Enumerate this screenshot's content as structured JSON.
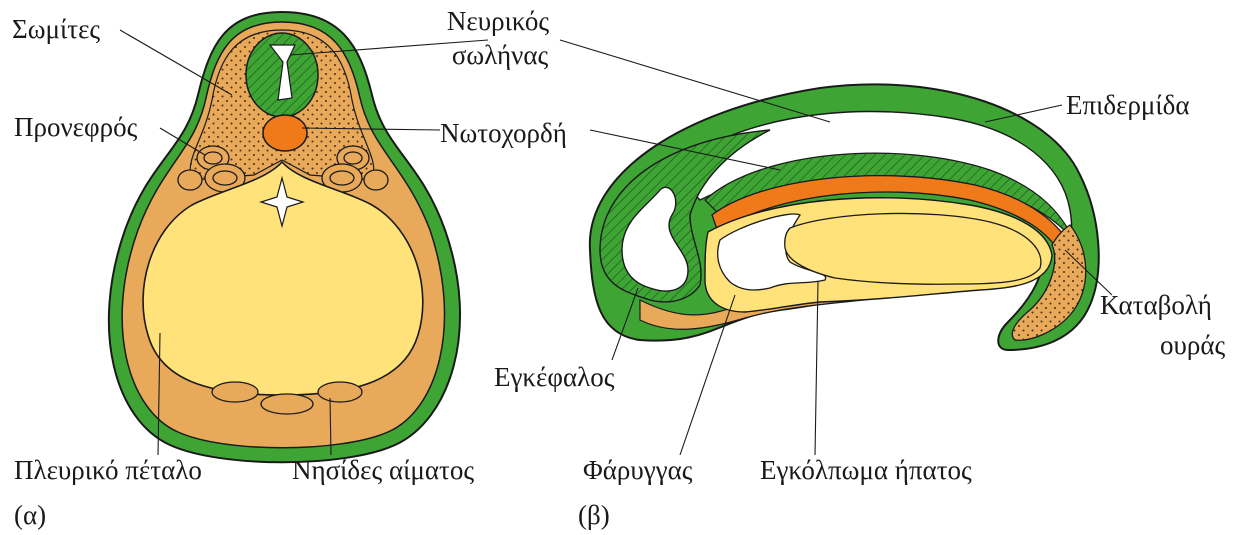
{
  "figure_a": {
    "caption": "(α)",
    "labels": {
      "somites": "Σωμίτες",
      "neural_tube_line1": "Νευρικός",
      "neural_tube_line2": "σωλήνας",
      "pronephros": "Προνεφρός",
      "notochord": "Νωτοχορδή",
      "lateral_plate": "Πλευρικό πέταλο",
      "blood_islands": "Νησίδες αίματος"
    }
  },
  "figure_b": {
    "caption": "(β)",
    "labels": {
      "epidermis": "Επιδερμίδα",
      "brain": "Εγκέφαλος",
      "pharynx": "Φάρυγγας",
      "liver_pocket": "Εγκόλπωμα ήπατος",
      "tail_line1": "Καταβολή",
      "tail_line2": "ουράς"
    }
  },
  "colors": {
    "ectoderm": "#3ea535",
    "mesoderm": "#e8aa5a",
    "endoderm": "#ffe27a",
    "notochord": "#f07a1a",
    "outline": "#1a1a1a"
  }
}
